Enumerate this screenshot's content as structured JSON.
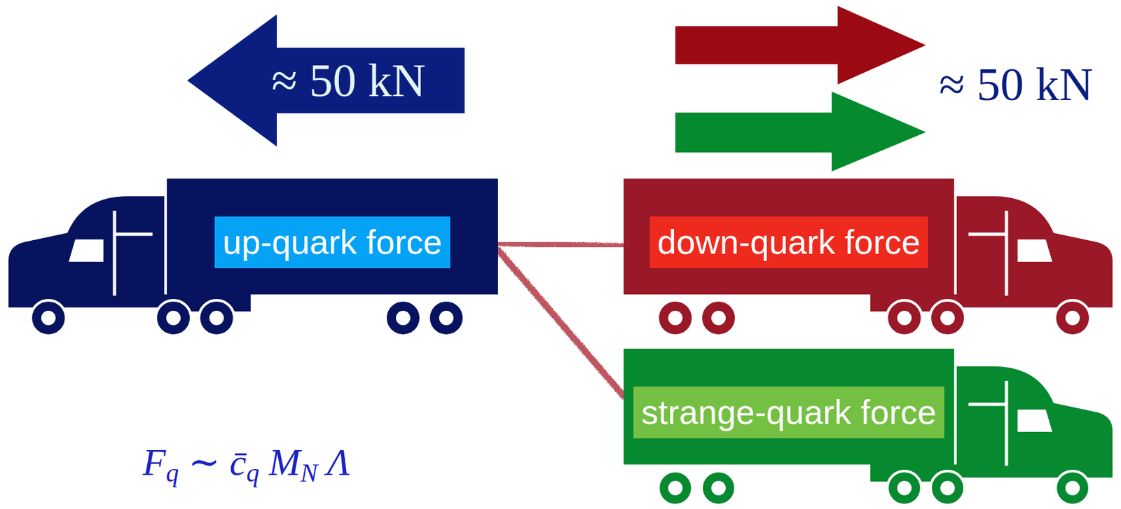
{
  "diagram": {
    "nodes": [
      {
        "text": [
          "≈ 50 kN"
        ]
      },
      {
        "text": [
          "up-quark force"
        ]
      },
      {
        "text": [
          "down-quark force"
        ]
      },
      {
        "text": [
          "strange-quark force"
        ]
      }
    ],
    "edges": [
      {
        "from": 1,
        "to": 2,
        "arrow": "none"
      },
      {
        "from": 1,
        "to": 3,
        "arrow": "none"
      }
    ],
    "labels": [
      "≈ 50 kN",
      "Fq ∼ c̄q MN Λ"
    ]
  }
}
